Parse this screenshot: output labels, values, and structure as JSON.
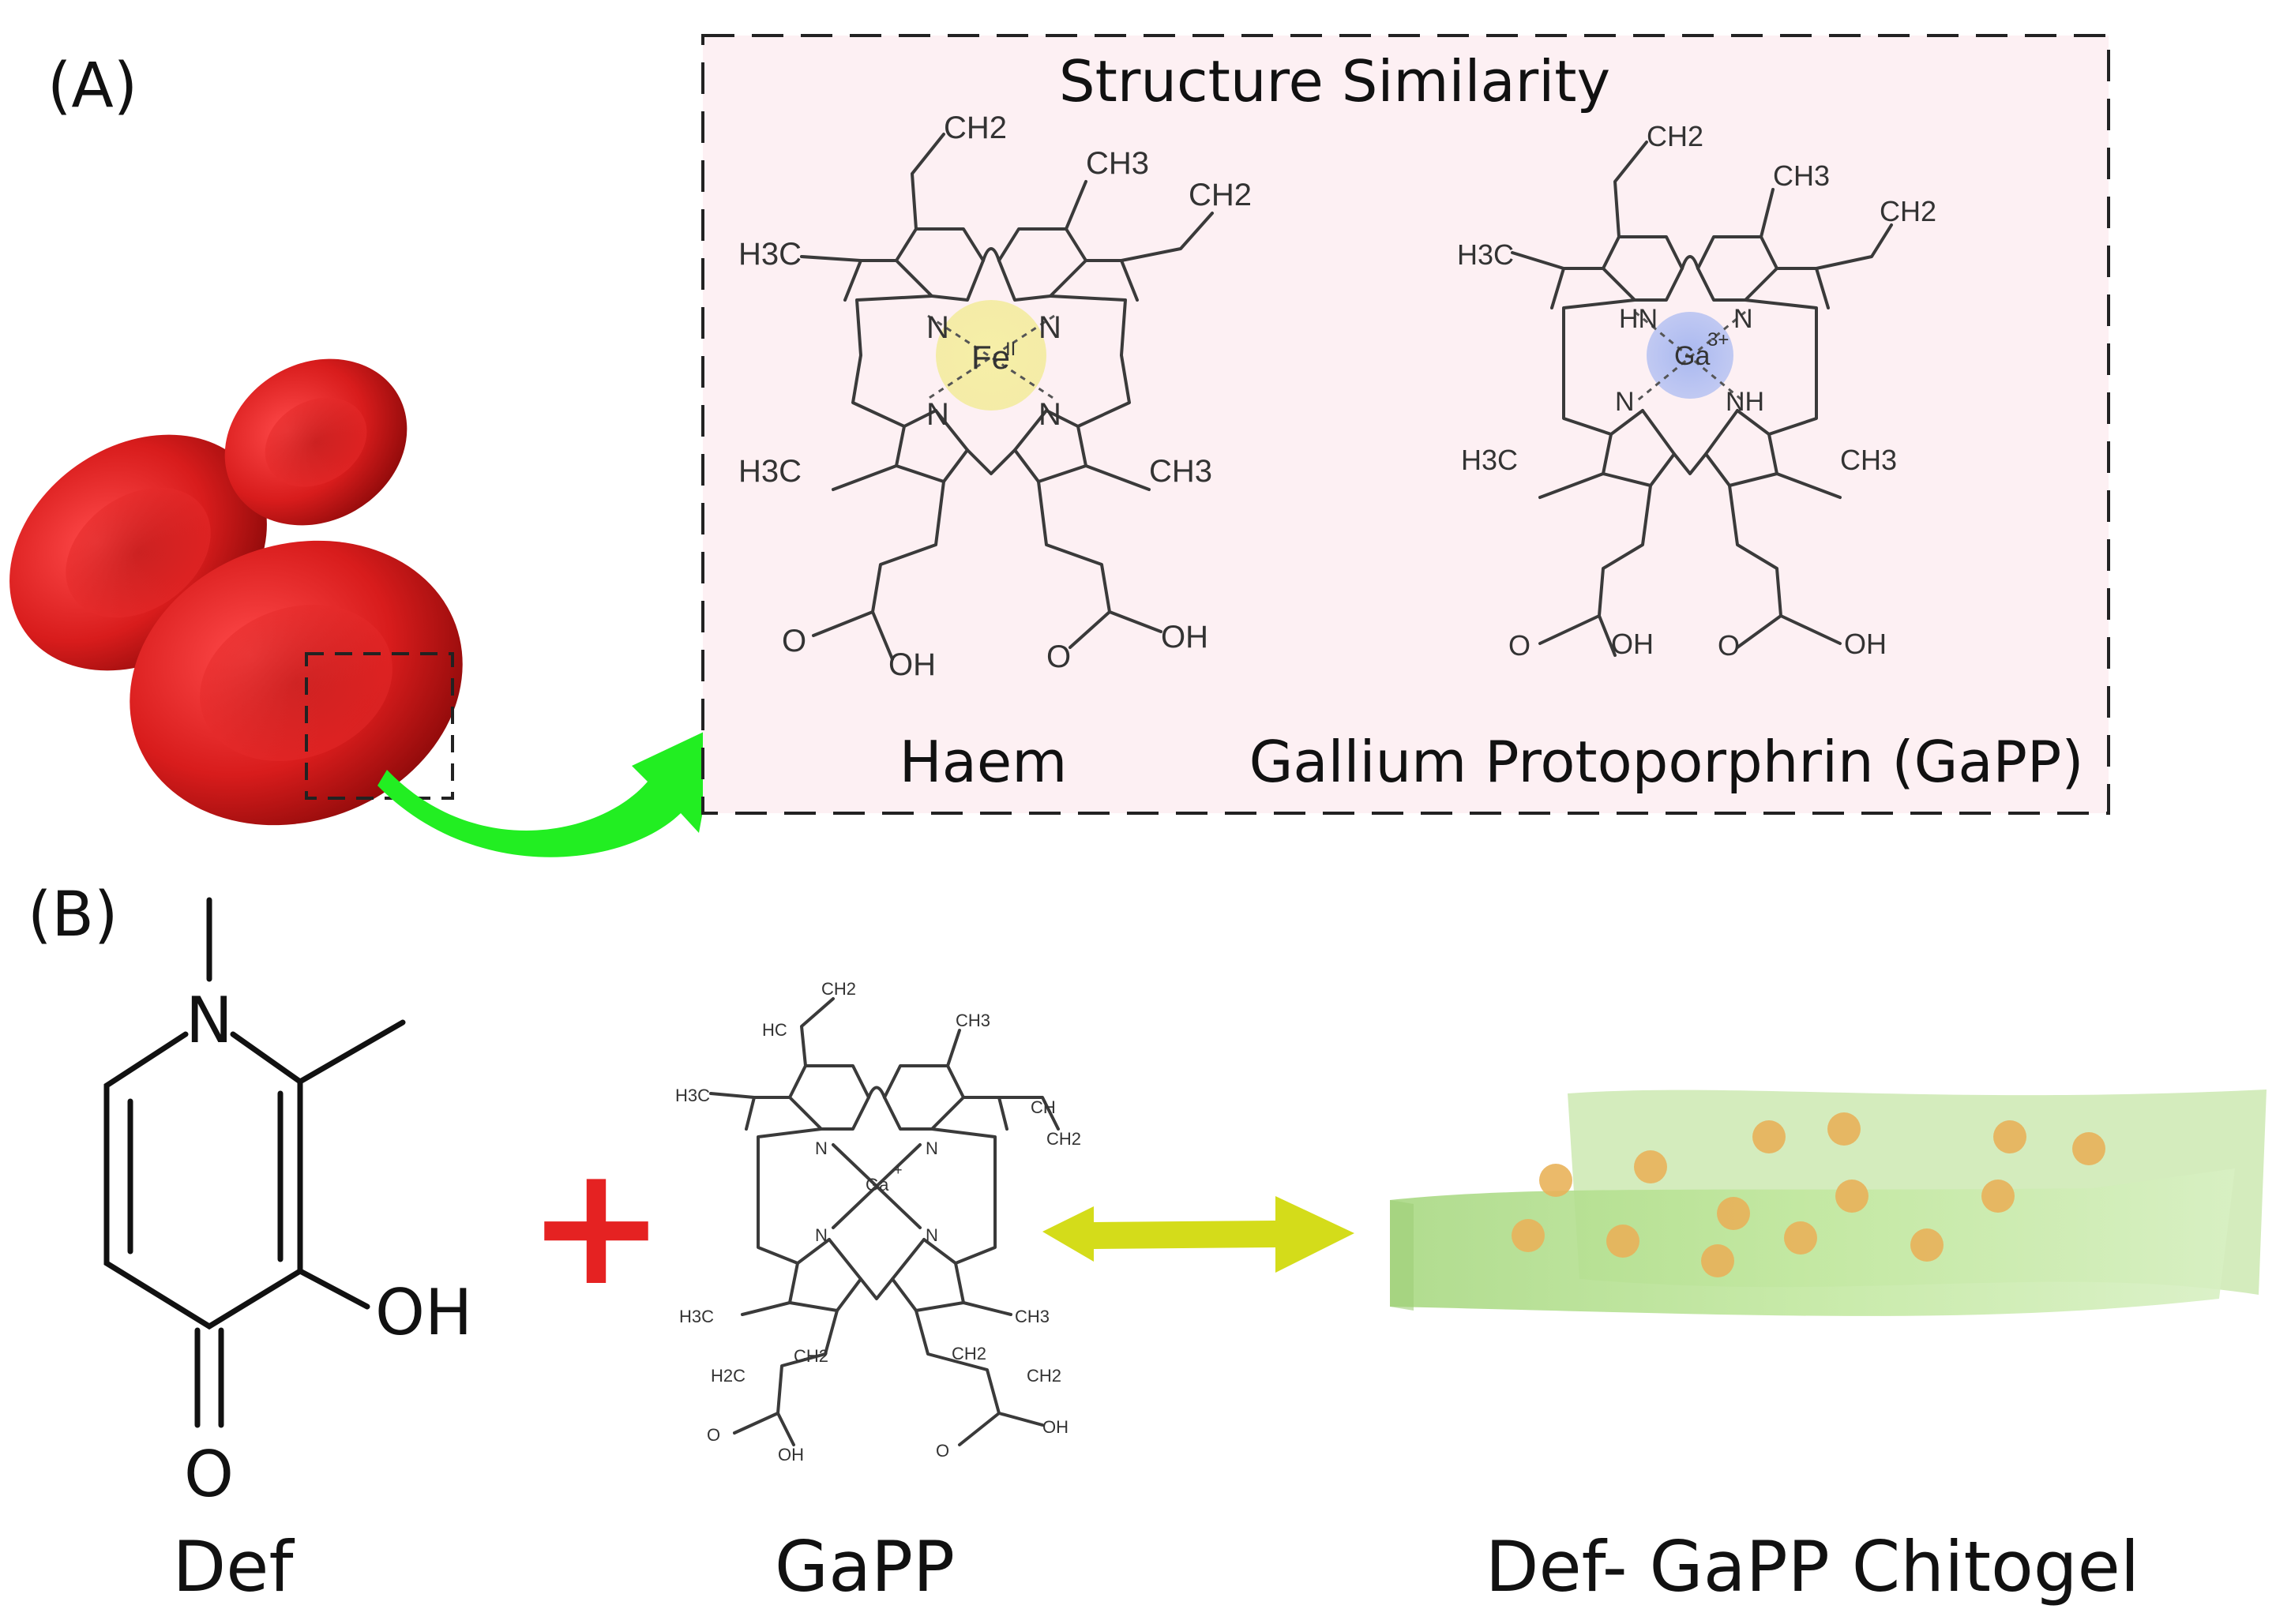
{
  "panel_a": {
    "label": "(A)",
    "box_title": "Structure Similarity",
    "haem": {
      "name": "Haem",
      "metal": "Fe",
      "metal_sup": "II",
      "groups": {
        "ch2_top": "CH2",
        "ch3_top": "CH3",
        "ch2_right": "CH2",
        "h3c_left": "H3C",
        "h3c_bottom_left": "H3C",
        "ch3_bottom_right": "CH3",
        "o_left": "O",
        "oh_left": "OH",
        "o_right": "O",
        "oh_right": "OH",
        "n": "N"
      }
    },
    "gapp": {
      "name": "Gallium Protoporphrin (GaPP)",
      "metal": "Ga",
      "metal_sup": "3+",
      "groups": {
        "ch2_top": "CH2",
        "ch3_top": "CH3",
        "ch2_right": "CH2",
        "h3c_left": "H3C",
        "h3c_bottom_left": "H3C",
        "ch3_bottom_right": "CH3",
        "hn": "HN",
        "nh": "NH",
        "n": "N",
        "o_left": "O",
        "oh_left": "OH",
        "o_right": "O",
        "oh_right": "OH"
      }
    }
  },
  "panel_b": {
    "label": "(B)",
    "def": {
      "name": "Def",
      "n": "N",
      "oh": "OH",
      "o": "O"
    },
    "plus": "+",
    "gapp_small": {
      "name": "GaPP",
      "metal": "Ga",
      "metal_sup": "+",
      "groups": {
        "hc": "HC",
        "ch2_top": "CH2",
        "ch3_top": "CH3",
        "ch": "CH",
        "ch2_right": "CH2",
        "h3c_left": "H3C",
        "h3c_bottom": "H3C",
        "ch3_bottom": "CH3",
        "h2c": "H2C",
        "ch2_a": "CH2",
        "ch2_b": "CH2",
        "ch2_c": "CH2",
        "o_left": "O",
        "oh_left": "OH",
        "o_right": "O",
        "oh_right": "OH",
        "n": "N"
      }
    },
    "product": {
      "name": "Def- GaPP Chitogel"
    }
  },
  "colors": {
    "rbc": "#d81c1c",
    "green_arrow": "#22ee22",
    "yellow_arrow": "#d4dc1a",
    "gel": "#b5e08f",
    "dot": "#e9b25a",
    "plus": "#e52222",
    "fe_glow": "#f6efa8",
    "ga_glow": "#a9b8f0",
    "box_bg": "#fdf0f3"
  }
}
